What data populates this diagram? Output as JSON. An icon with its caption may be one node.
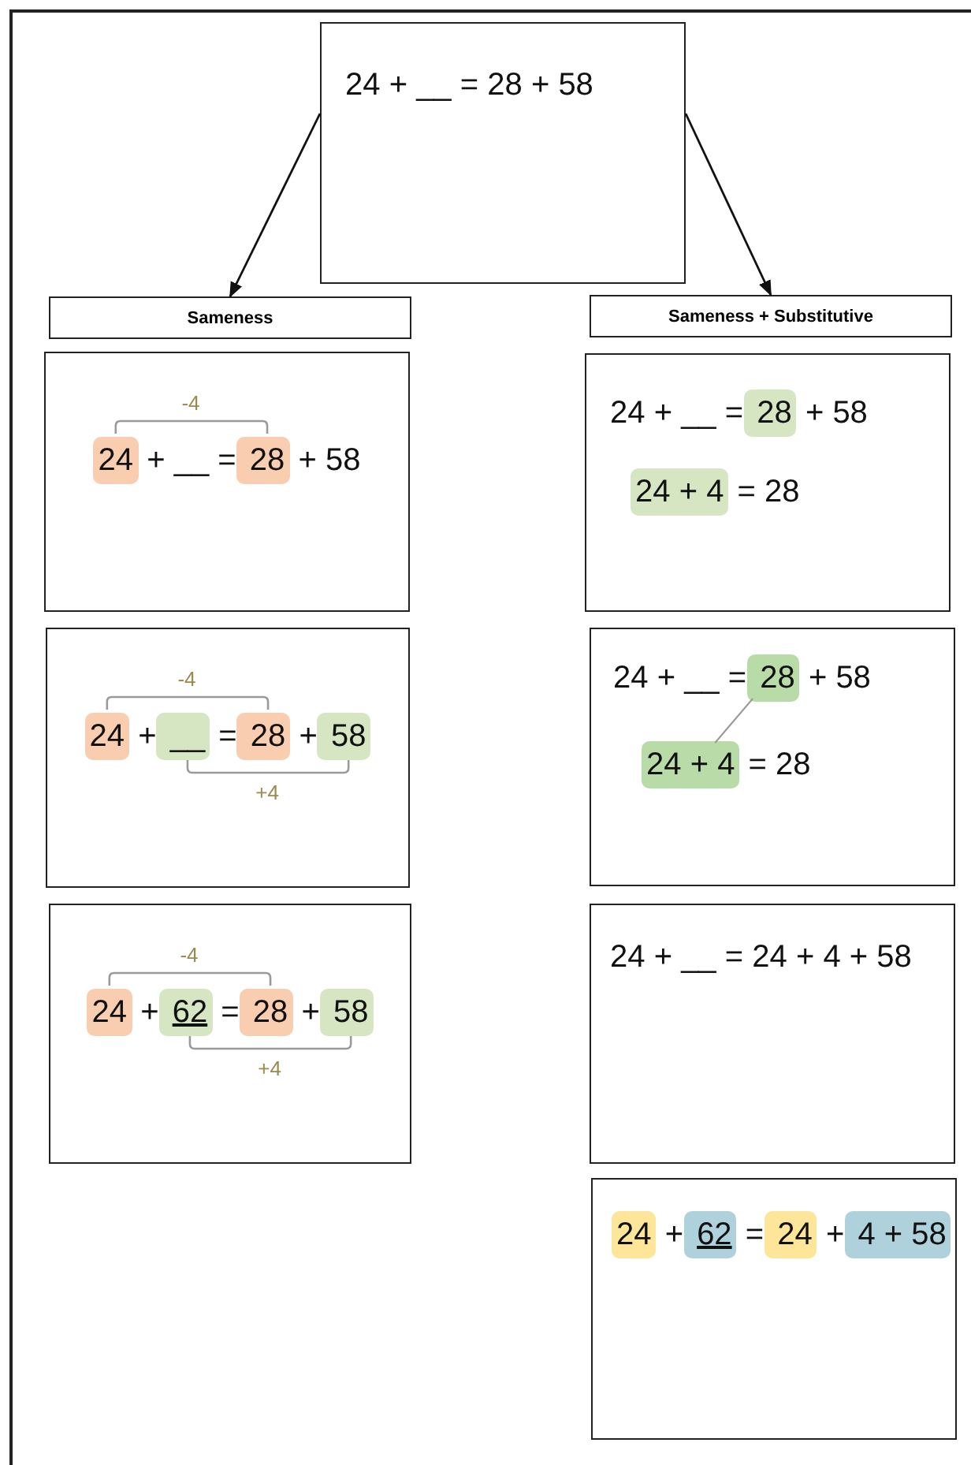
{
  "diagram": {
    "nodes": [
      {
        "text": [
          "24 + __ = 28 + 58"
        ]
      },
      {
        "text": [
          "Sameness"
        ]
      },
      {
        "text": [
          "Sameness + Substitutive"
        ]
      },
      {
        "text": [
          "-4",
          "24 + __ = 28 + 58"
        ]
      },
      {
        "text": [
          "-4",
          "24 + __ = 28 + 58",
          "+4"
        ]
      },
      {
        "text": [
          "-4",
          "24 + 62 = 28 + 58",
          "+4"
        ]
      },
      {
        "text": [
          "24 + __ = 28 + 58",
          "24 + 4 = 28"
        ]
      },
      {
        "text": [
          "24 + __ = 28 + 58",
          "24 + 4 = 28"
        ]
      },
      {
        "text": [
          "24 + __ = 24 + 4 + 58"
        ]
      },
      {
        "text": [
          "24 + 62 = 24 + 4 + 58"
        ]
      }
    ],
    "edges": [
      {
        "from": 0,
        "to": 1,
        "arrow": "to"
      },
      {
        "from": 0,
        "to": 2,
        "arrow": "to"
      }
    ]
  }
}
